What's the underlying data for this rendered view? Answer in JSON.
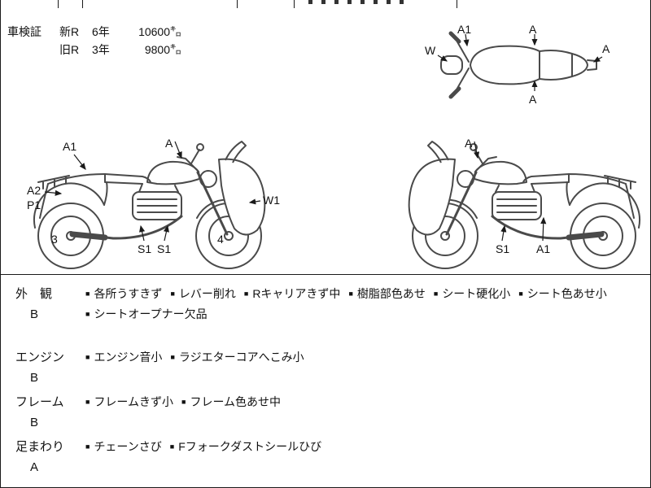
{
  "icons": {
    "bullet": "■"
  },
  "certificate": {
    "label": "車検証",
    "rows": [
      {
        "era": "新R",
        "term": "6年",
        "value": "10600㌔"
      },
      {
        "era": "旧R",
        "term": "3年",
        "value": "9800㌔"
      }
    ]
  },
  "diagrams": {
    "top_view": {
      "labels": [
        {
          "text": "A1"
        },
        {
          "text": "W"
        },
        {
          "text": "A"
        },
        {
          "text": "A"
        },
        {
          "text": "A"
        }
      ]
    },
    "side_left": {
      "labels": [
        {
          "text": "A1"
        },
        {
          "text": "A"
        },
        {
          "text": "A2"
        },
        {
          "text": "P1"
        },
        {
          "text": "W1"
        },
        {
          "text": "3"
        },
        {
          "text": "S1"
        },
        {
          "text": "S1"
        },
        {
          "text": "4"
        }
      ]
    },
    "side_right": {
      "labels": [
        {
          "text": "A"
        },
        {
          "text": "S1"
        },
        {
          "text": "A1"
        }
      ]
    }
  },
  "conditions": [
    {
      "category": "外　観",
      "grade": "B",
      "items": [
        "各所うすきず",
        "レバー削れ",
        "Rキャリアきず中",
        "樹脂部色あせ",
        "シート硬化小",
        "シート色あせ小",
        "シートオープナー欠品"
      ]
    },
    {
      "category": "エンジン",
      "grade": "B",
      "items": [
        "エンジン音小",
        "ラジエターコアへこみ小"
      ]
    },
    {
      "category": "フレーム",
      "grade": "B",
      "items": [
        "フレームきず小",
        "フレーム色あせ中"
      ]
    },
    {
      "category": "足まわり",
      "grade": "A",
      "items": [
        "チェーンさび",
        "Fフォークダストシールひび"
      ]
    }
  ]
}
